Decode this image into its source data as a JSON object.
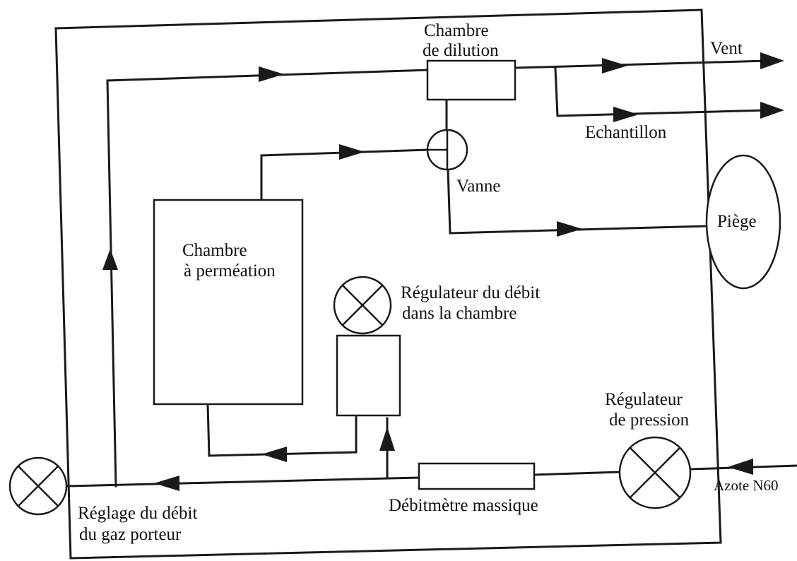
{
  "labels": {
    "dilution_chamber_line1": "Chambre",
    "dilution_chamber_line2": "de dilution",
    "vent": "Vent",
    "sample": "Echantillon",
    "valve": "Vanne",
    "trap": "Piège",
    "permeation_chamber_line1": "Chambre",
    "permeation_chamber_line2": "à perméation",
    "chamber_flow_regulator_line1": "Régulateur du débit",
    "chamber_flow_regulator_line2": "dans la chambre",
    "pressure_regulator_line1": "Régulateur",
    "pressure_regulator_line2": "de pression",
    "nitrogen_inlet": "Azote N60",
    "mass_flowmeter": "Débitmètre massique",
    "carrier_flow_adjust_line1": "Réglage du débit",
    "carrier_flow_adjust_line2": "du gaz porteur"
  }
}
